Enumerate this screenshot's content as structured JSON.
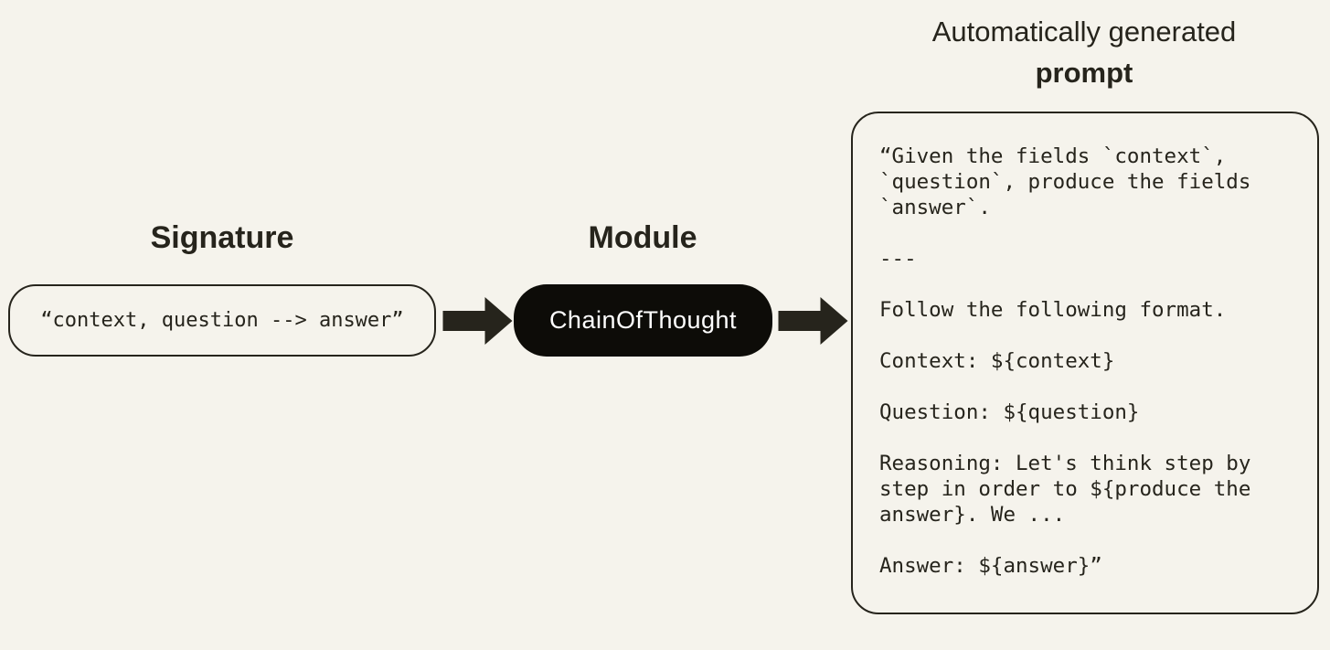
{
  "page": {
    "background_color": "#f5f3ec",
    "ink_color": "#26241c"
  },
  "headings": {
    "signature": "Signature",
    "module": "Module",
    "auto_line1": "Automatically generated",
    "auto_line2": "prompt"
  },
  "signature": {
    "text": "“context, question --> answer”"
  },
  "module": {
    "label": "ChainOfThought",
    "pill_color": "#0d0c08",
    "label_color": "#ffffff"
  },
  "prompt": {
    "text": "“Given the fields `context`,\n`question`, produce the fields\n`answer`.\n\n---\n\nFollow the following format.\n\nContext: ${context}\n\nQuestion: ${question}\n\nReasoning: Let's think step by\nstep in order to ${produce the\nanswer}. We ...\n\nAnswer: ${answer}”"
  },
  "icons": {
    "flow_arrow": "right-arrow",
    "arrow_color": "#26241c"
  }
}
